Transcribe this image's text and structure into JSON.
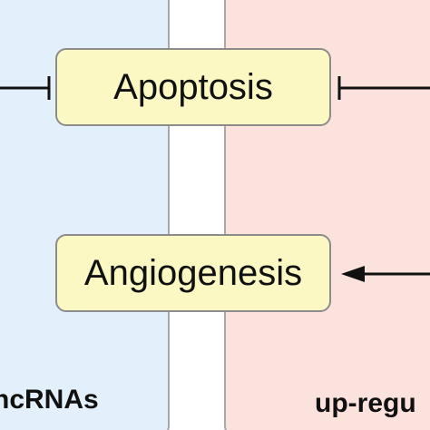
{
  "nodes": {
    "apoptosis": "Apoptosis",
    "angiogenesis": "Angiogenesis"
  },
  "panels": {
    "left": {
      "label": "ncRNAs",
      "color": "#e3f0fb"
    },
    "right": {
      "label": "up-regu",
      "color": "#fbe2dc"
    }
  },
  "colors": {
    "node_fill": "#fbf8c4",
    "node_border": "#8c8c8c",
    "line": "#111111"
  },
  "connectors": [
    {
      "from": "left-panel",
      "to": "apoptosis",
      "type": "inhibition"
    },
    {
      "from": "right-panel",
      "to": "apoptosis",
      "type": "inhibition"
    },
    {
      "from": "right-panel",
      "to": "angiogenesis",
      "type": "activation"
    }
  ]
}
